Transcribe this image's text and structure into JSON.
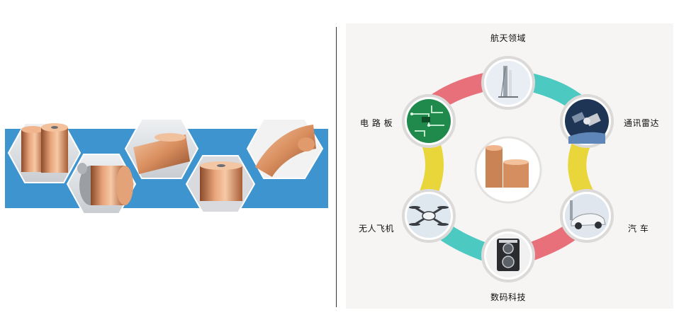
{
  "applications": {
    "center": "",
    "items": [
      {
        "label": "航天领域",
        "icon": "launch-tower-icon"
      },
      {
        "label": "通讯雷达",
        "icon": "satellite-icon"
      },
      {
        "label": "汽 车",
        "icon": "car-icon"
      },
      {
        "label": "数码科技",
        "icon": "camera-icon"
      },
      {
        "label": "无人飞机",
        "icon": "drone-icon"
      },
      {
        "label": "电 路 板",
        "icon": "circuit-board-icon"
      }
    ]
  },
  "colors": {
    "band": "#3d94cf",
    "copper": "#c98355",
    "ring_red": "#e8707a",
    "ring_teal": "#4cc9c0",
    "ring_yellow": "#e8d63a"
  }
}
